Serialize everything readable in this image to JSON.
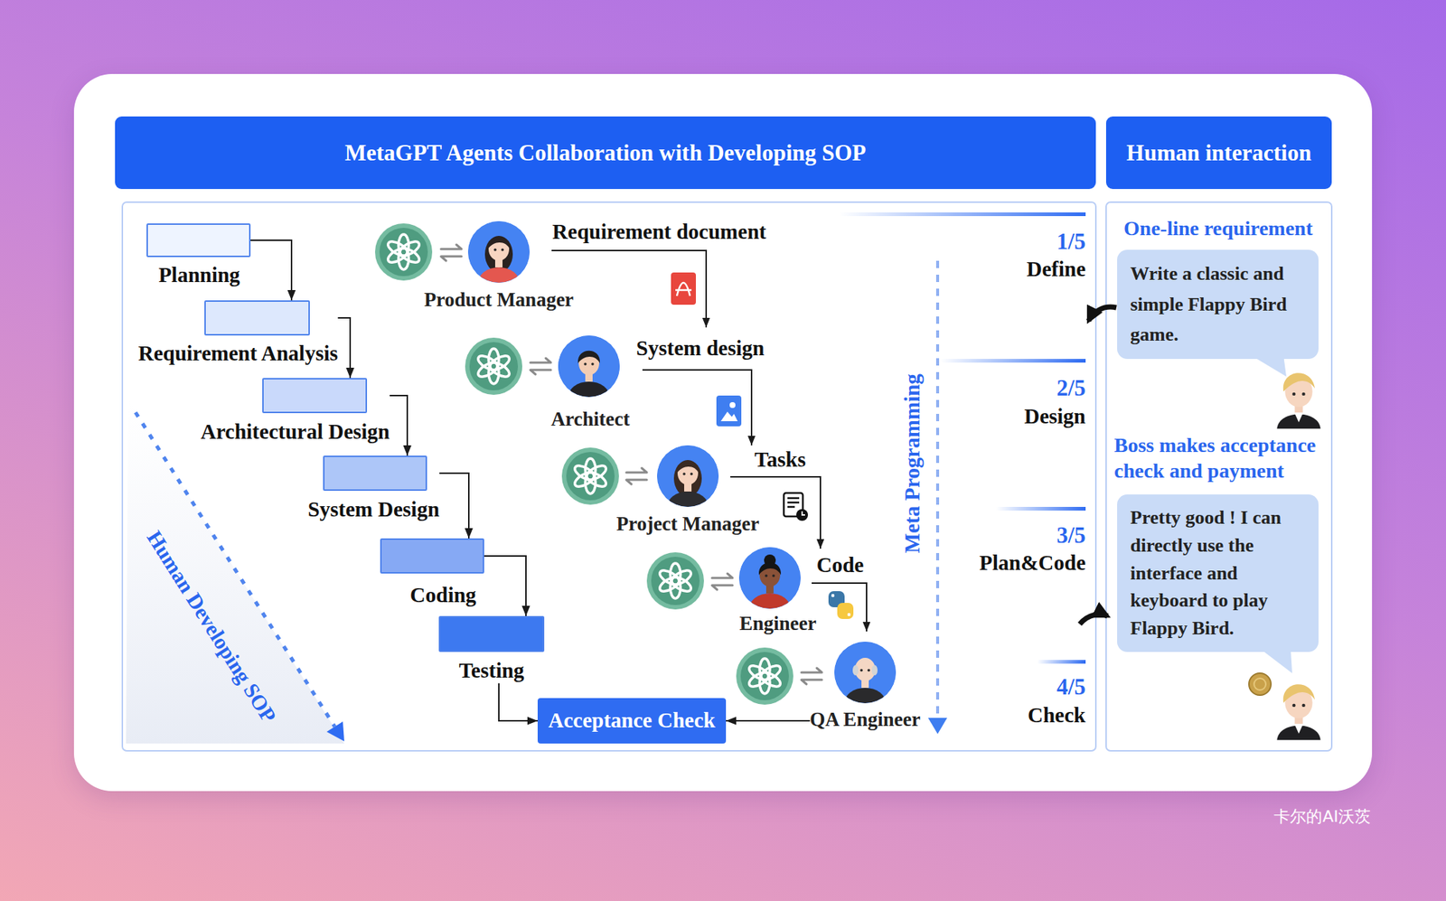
{
  "diagram": {
    "title": "MetaGPT Agents Collaboration with Developing SOP",
    "nodes": [
      {
        "text": [
          "Planning"
        ]
      },
      {
        "text": [
          "Requirement Analysis"
        ]
      },
      {
        "text": [
          "Architectural Design"
        ]
      },
      {
        "text": [
          "System Design"
        ]
      },
      {
        "text": [
          "Coding"
        ]
      },
      {
        "text": [
          "Testing"
        ]
      },
      {
        "text": [
          "Product Manager"
        ]
      },
      {
        "text": [
          "Architect"
        ]
      },
      {
        "text": [
          "Project Manager"
        ]
      },
      {
        "text": [
          "Engineer"
        ]
      },
      {
        "text": [
          "QA Engineer"
        ]
      },
      {
        "text": [
          "Acceptance Check"
        ]
      },
      {
        "text": [
          "Human interaction"
        ]
      },
      {
        "text": [
          "Write a classic and simple Flappy Bird game."
        ]
      },
      {
        "text": [
          "Pretty good ! I can directly use the interface and keyboard to play Flappy Bird."
        ]
      }
    ],
    "edges": [
      {
        "from": 0,
        "to": 1,
        "arrow": "to"
      },
      {
        "from": 1,
        "to": 2,
        "arrow": "to"
      },
      {
        "from": 2,
        "to": 3,
        "arrow": "to"
      },
      {
        "from": 3,
        "to": 4,
        "arrow": "to"
      },
      {
        "from": 4,
        "to": 5,
        "arrow": "to"
      },
      {
        "from": 5,
        "to": 11,
        "arrow": "to"
      },
      {
        "from": 10,
        "to": 11,
        "arrow": "to"
      }
    ],
    "labels": [
      "Requirement document",
      "System design",
      "Tasks",
      "Code",
      "Meta Programming",
      "Human Developing SOP",
      "1/5",
      "Define",
      "2/5",
      "Design",
      "3/5",
      "Plan&Code",
      "4/5",
      "Check",
      "One-line requirement",
      "Boss makes acceptance check and payment",
      "卡尔的AI沃茨"
    ]
  }
}
